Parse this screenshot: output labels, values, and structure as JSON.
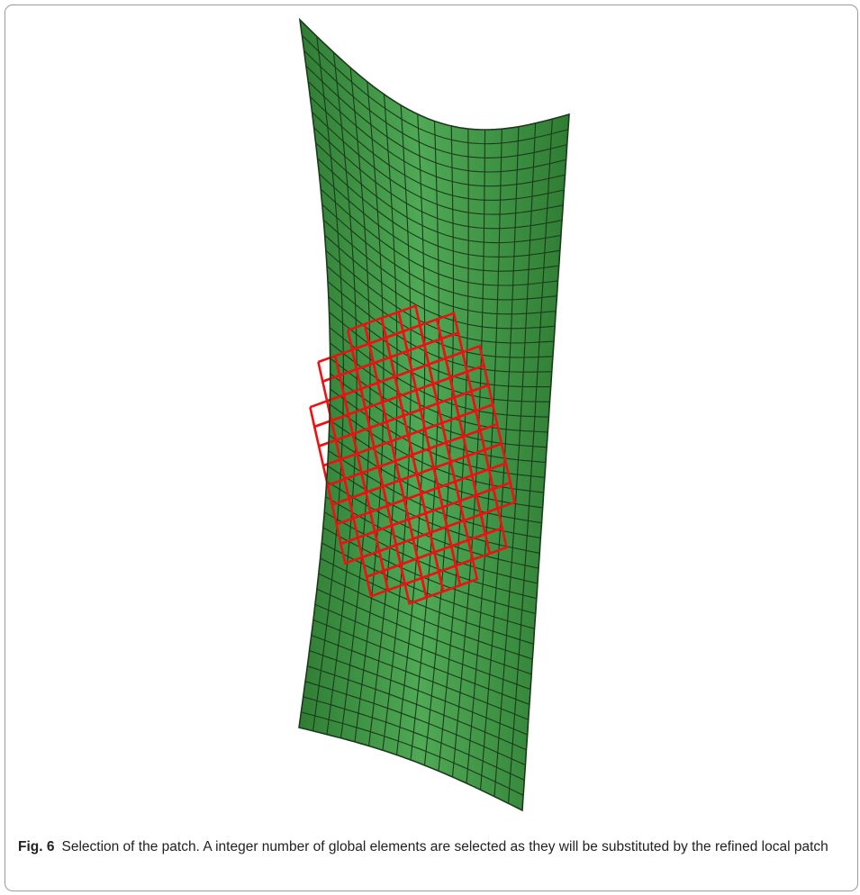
{
  "figure": {
    "description_visible": false,
    "label": "Fig. 6",
    "caption": "Selection of the patch. A integer number of global elements are selected as they will be substituted by the refined local patch"
  },
  "mesh": {
    "columns": 16,
    "rows": 46,
    "surface_color_dark": "#2f7d34",
    "surface_color_light": "#4fa955",
    "grid_line_color": "#1b3a1c",
    "patch_color": "#ee1111",
    "patch_columns": 10,
    "patch_rows": 14
  }
}
